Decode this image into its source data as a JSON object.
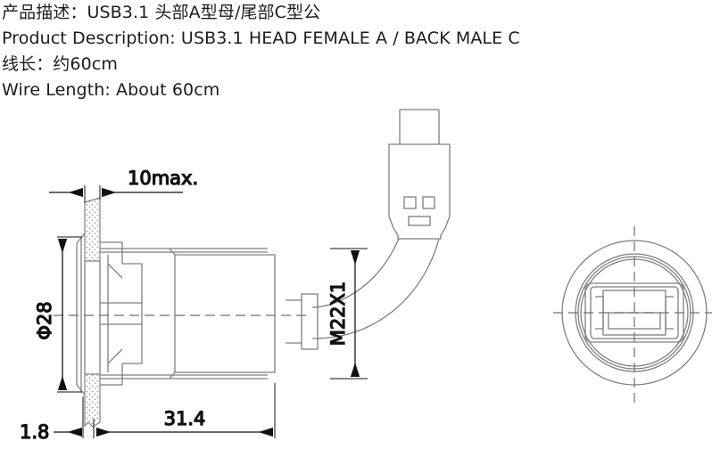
{
  "header": {
    "lines": [
      "产品描述：USB3.1 头部A型母/尾部C型公",
      "Product Description: USB3.1 HEAD FEMALE A / BACK MALE C",
      "线长：约60cm",
      "Wire Length: About 60cm"
    ],
    "product_description_cn": "产品描述：USB3.1 头部A型母/尾部C型公",
    "product_description_en": "Product Description: USB3.1 HEAD FEMALE A / BACK MALE C",
    "wire_length_cn": "线长：约60cm",
    "wire_length_en": "Wire Length: About 60cm"
  },
  "drawing": {
    "title": "USB3.1 panel mount connector technical drawing",
    "dimensions": {
      "panel_thickness_max": "10max.",
      "flange_diameter": "Φ28",
      "thread": "M22X1",
      "front_flange_thickness": "1.8",
      "body_length": "31.4"
    },
    "views": {
      "side_view_label": "side-section-view",
      "front_view_label": "front-view",
      "connector_label": "usb-c-male-connector"
    },
    "colors": {
      "line": "#7f7f7f",
      "line_dark": "#5c5c5c",
      "dim_line": "#111111",
      "text": "#1c1c1c",
      "hatch": "#9a9a9a",
      "background": "#ffffff"
    }
  }
}
